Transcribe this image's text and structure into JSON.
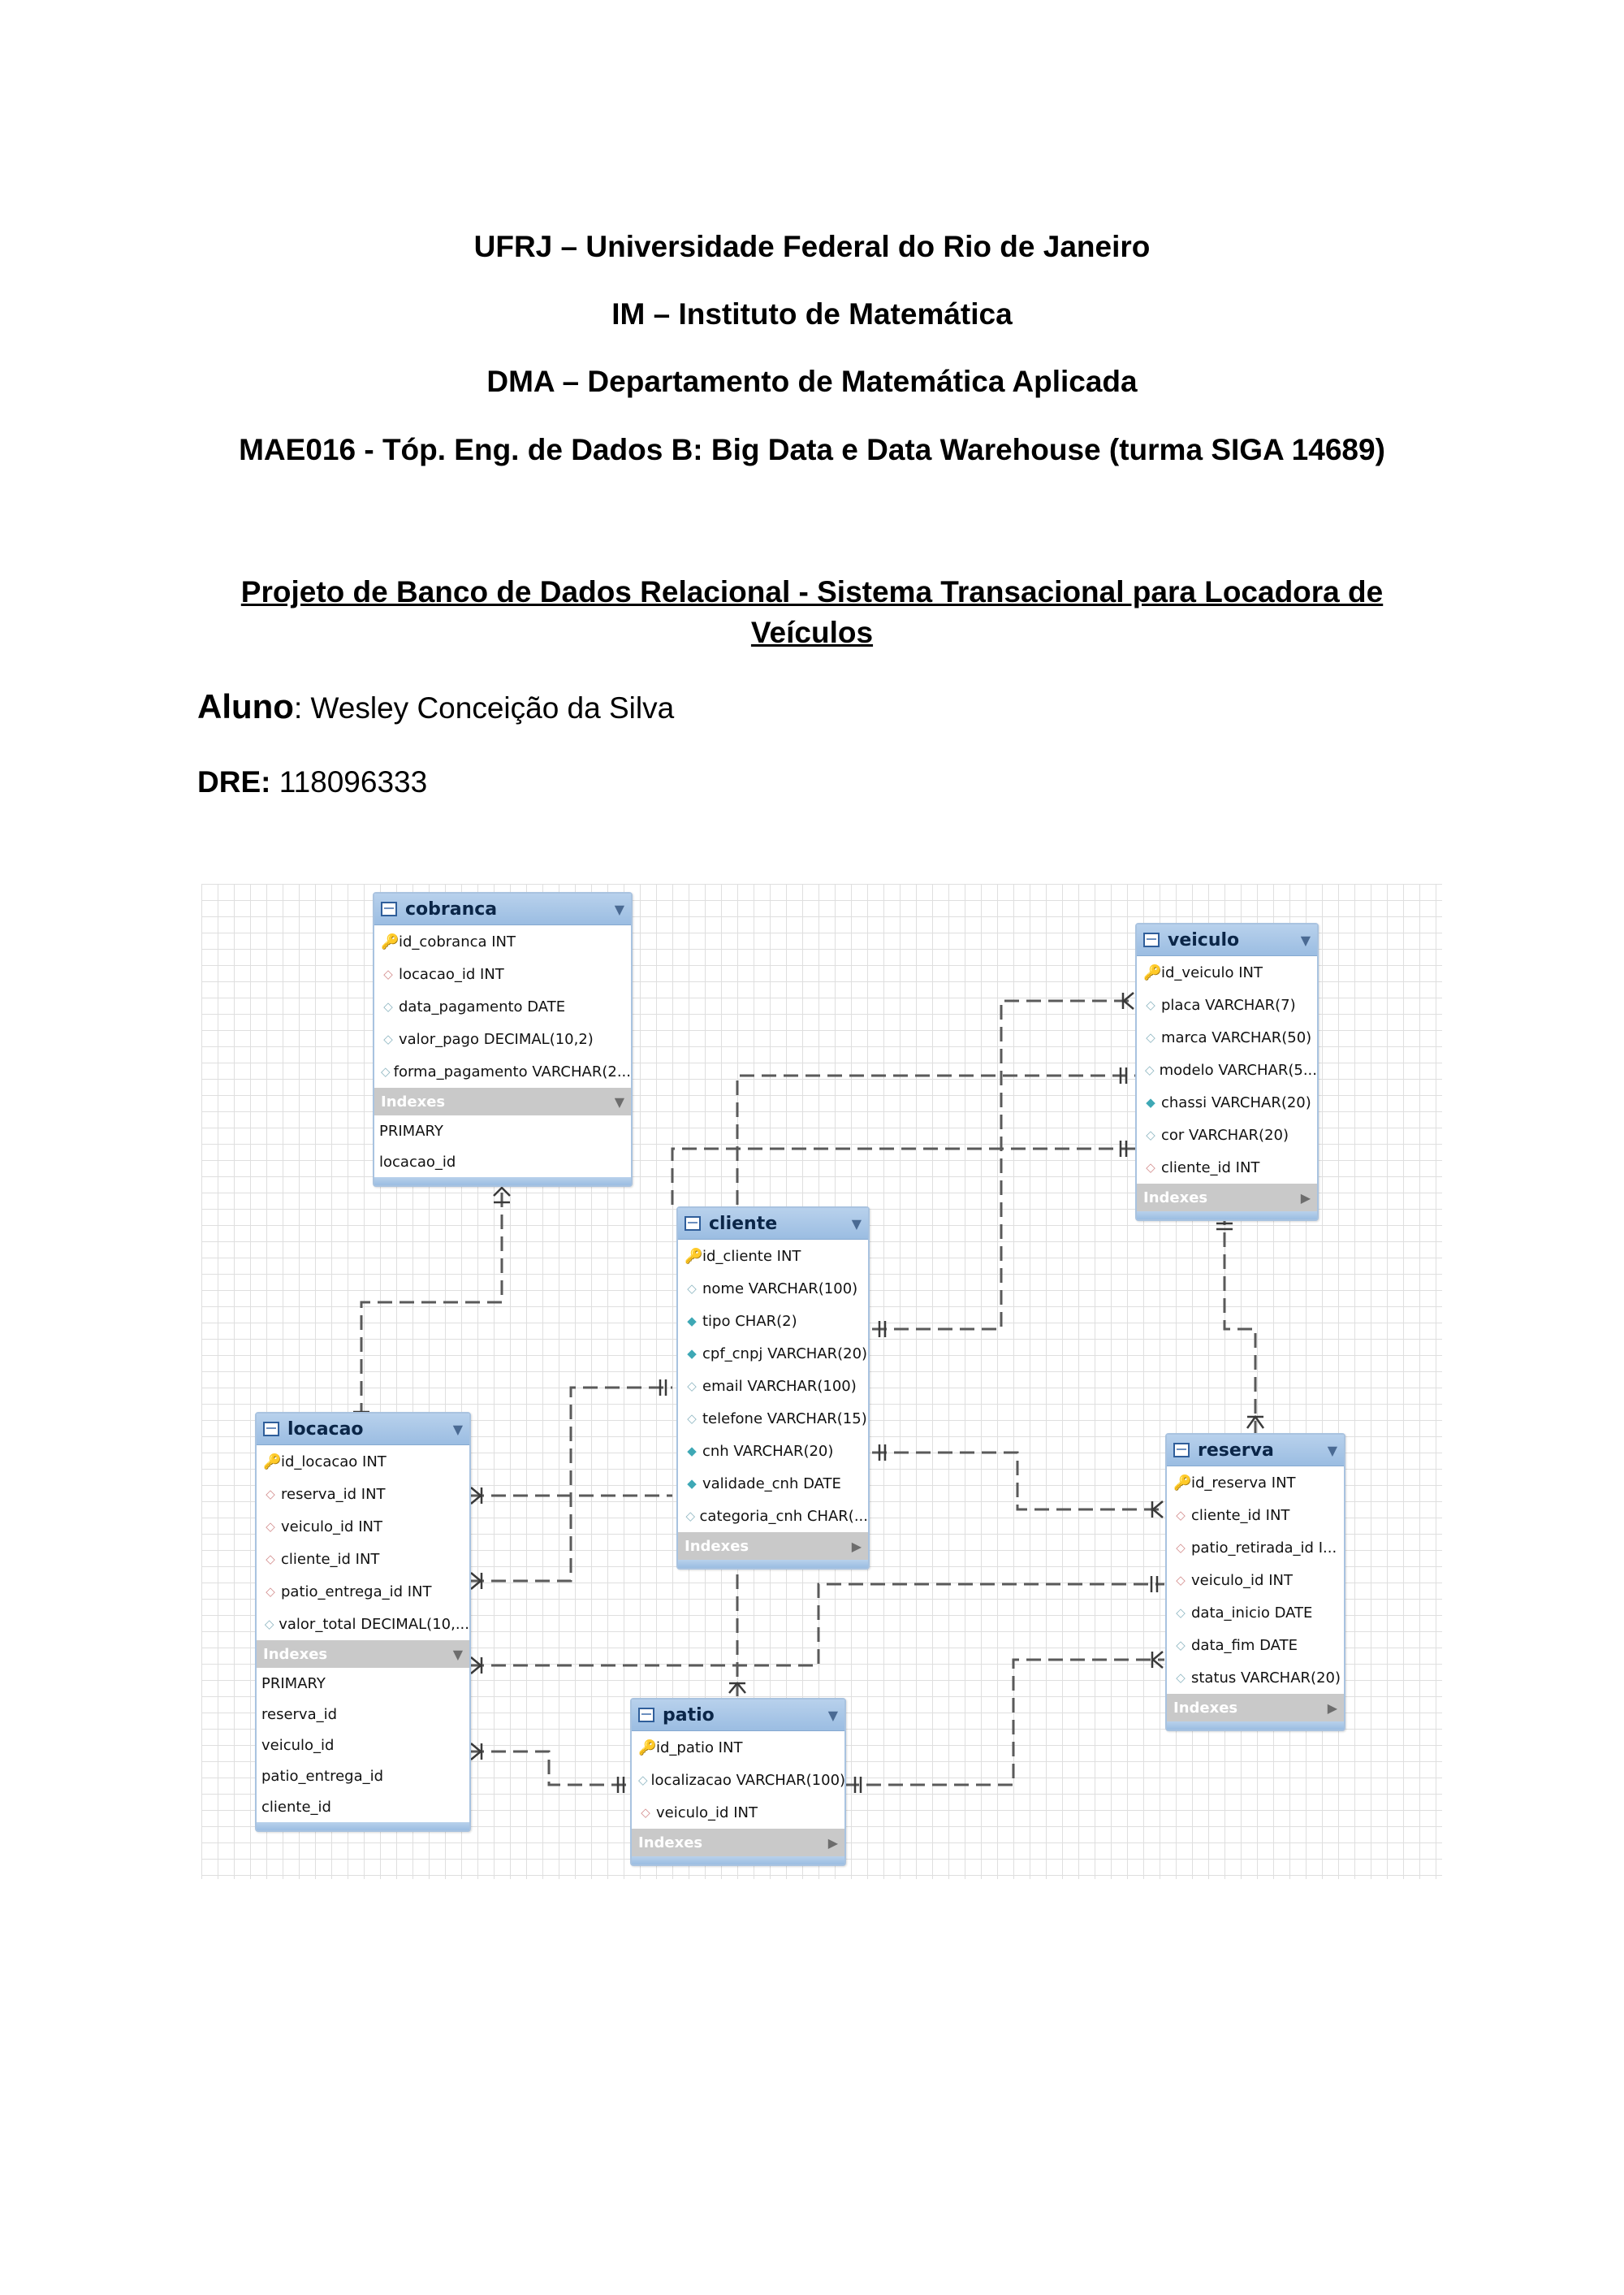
{
  "header": {
    "line1": "UFRJ – Universidade Federal do Rio de Janeiro",
    "line2": "IM – Instituto de Matemática",
    "line3": "DMA – Departamento de Matemática Aplicada",
    "line4": "MAE016 - Tóp. Eng. de Dados B: Big Data e Data Warehouse (turma SIGA 14689)"
  },
  "title": {
    "line1": "Projeto de Banco de Dados Relacional - Sistema Transacional para Locadora de",
    "line2": "Veículos"
  },
  "student": {
    "label": "Aluno",
    "separator": ": ",
    "name": "Wesley Conceição da Silva"
  },
  "dre": {
    "label": "DRE:",
    "value": " 118096333"
  },
  "diagram": {
    "indexes_label": "Indexes",
    "tables": {
      "cobranca": {
        "name": "cobranca",
        "columns": [
          {
            "icon": "primary-key",
            "text": "id_cobranca INT"
          },
          {
            "icon": "foreign-key",
            "text": "locacao_id INT"
          },
          {
            "icon": "column",
            "text": "data_pagamento DATE"
          },
          {
            "icon": "column",
            "text": "valor_pago DECIMAL(10,2)"
          },
          {
            "icon": "column",
            "text": "forma_pagamento VARCHAR(2..."
          }
        ],
        "indexes": [
          "PRIMARY",
          "locacao_id"
        ]
      },
      "veiculo": {
        "name": "veiculo",
        "columns": [
          {
            "icon": "primary-key",
            "text": "id_veiculo INT"
          },
          {
            "icon": "column",
            "text": "placa VARCHAR(7)"
          },
          {
            "icon": "column",
            "text": "marca VARCHAR(50)"
          },
          {
            "icon": "column",
            "text": "modelo VARCHAR(5..."
          },
          {
            "icon": "not-null",
            "text": "chassi VARCHAR(20)"
          },
          {
            "icon": "column",
            "text": "cor VARCHAR(20)"
          },
          {
            "icon": "foreign-key",
            "text": "cliente_id INT"
          }
        ]
      },
      "cliente": {
        "name": "cliente",
        "columns": [
          {
            "icon": "primary-key",
            "text": "id_cliente INT"
          },
          {
            "icon": "column",
            "text": "nome VARCHAR(100)"
          },
          {
            "icon": "not-null",
            "text": "tipo CHAR(2)"
          },
          {
            "icon": "not-null",
            "text": "cpf_cnpj VARCHAR(20)"
          },
          {
            "icon": "column",
            "text": "email VARCHAR(100)"
          },
          {
            "icon": "column",
            "text": "telefone VARCHAR(15)"
          },
          {
            "icon": "not-null",
            "text": "cnh VARCHAR(20)"
          },
          {
            "icon": "not-null",
            "text": "validade_cnh DATE"
          },
          {
            "icon": "column",
            "text": "categoria_cnh CHAR(..."
          }
        ]
      },
      "locacao": {
        "name": "locacao",
        "columns": [
          {
            "icon": "primary-key",
            "text": "id_locacao INT"
          },
          {
            "icon": "foreign-key",
            "text": "reserva_id INT"
          },
          {
            "icon": "foreign-key",
            "text": "veiculo_id INT"
          },
          {
            "icon": "foreign-key",
            "text": "cliente_id INT"
          },
          {
            "icon": "foreign-key",
            "text": "patio_entrega_id INT"
          },
          {
            "icon": "column",
            "text": "valor_total DECIMAL(10,..."
          }
        ],
        "indexes": [
          "PRIMARY",
          "reserva_id",
          "veiculo_id",
          "patio_entrega_id",
          "cliente_id"
        ]
      },
      "reserva": {
        "name": "reserva",
        "columns": [
          {
            "icon": "primary-key",
            "text": "id_reserva INT"
          },
          {
            "icon": "foreign-key",
            "text": "cliente_id INT"
          },
          {
            "icon": "foreign-key",
            "text": "patio_retirada_id I..."
          },
          {
            "icon": "foreign-key",
            "text": "veiculo_id INT"
          },
          {
            "icon": "column",
            "text": "data_inicio DATE"
          },
          {
            "icon": "column",
            "text": "data_fim DATE"
          },
          {
            "icon": "column",
            "text": "status VARCHAR(20)"
          }
        ]
      },
      "patio": {
        "name": "patio",
        "columns": [
          {
            "icon": "primary-key",
            "text": "id_patio INT"
          },
          {
            "icon": "column",
            "text": "localizacao VARCHAR(100)"
          },
          {
            "icon": "foreign-key",
            "text": "veiculo_id INT"
          }
        ]
      }
    }
  }
}
